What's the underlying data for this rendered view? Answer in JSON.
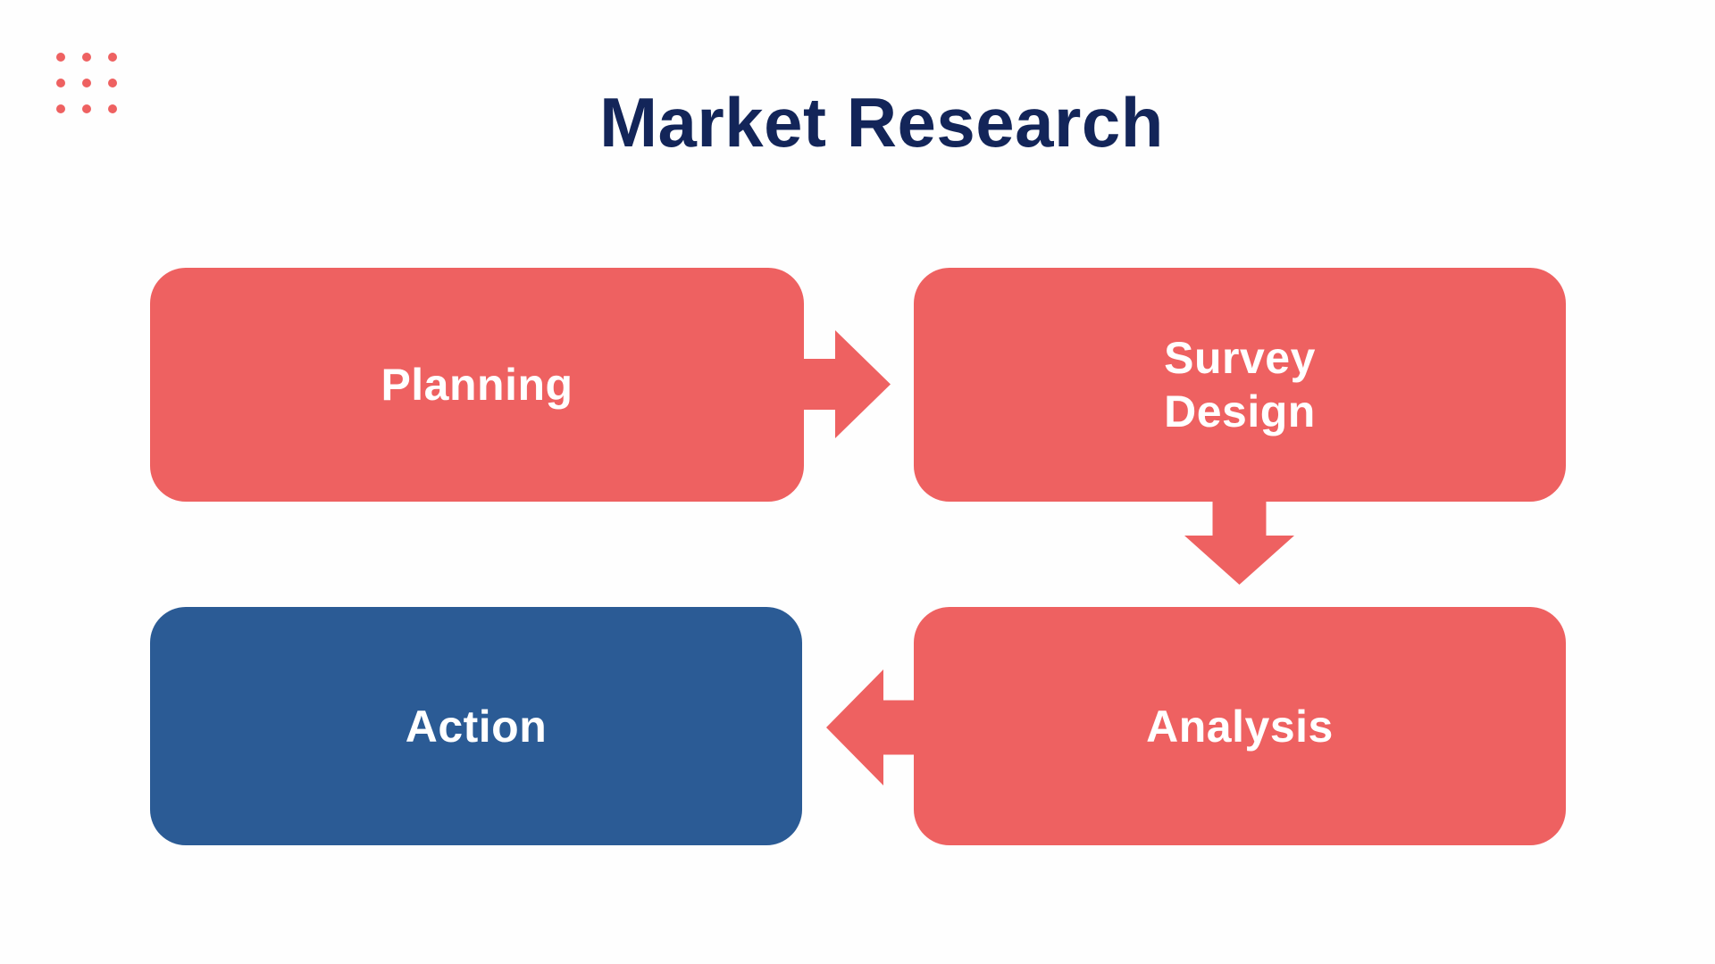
{
  "title": "Market Research",
  "colors": {
    "coral": "#EE6161",
    "blue": "#2B5B95",
    "navy": "#132559",
    "label_text": "#FFFFFF",
    "background": "#FEFEFE"
  },
  "decoration": {
    "dot_grid": {
      "rows": 3,
      "cols": 3,
      "dot_color": "#EE6161"
    }
  },
  "flow": {
    "steps": [
      {
        "id": "planning",
        "label": "Planning",
        "color": "#EE6161"
      },
      {
        "id": "survey-design",
        "label": "Survey\nDesign",
        "color": "#EE6161"
      },
      {
        "id": "analysis",
        "label": "Analysis",
        "color": "#EE6161"
      },
      {
        "id": "action",
        "label": "Action",
        "color": "#2B5B95"
      }
    ],
    "connections": [
      {
        "from": "Planning",
        "to": "Survey Design",
        "direction": "right"
      },
      {
        "from": "Survey Design",
        "to": "Analysis",
        "direction": "down"
      },
      {
        "from": "Analysis",
        "to": "Action",
        "direction": "left"
      }
    ]
  }
}
